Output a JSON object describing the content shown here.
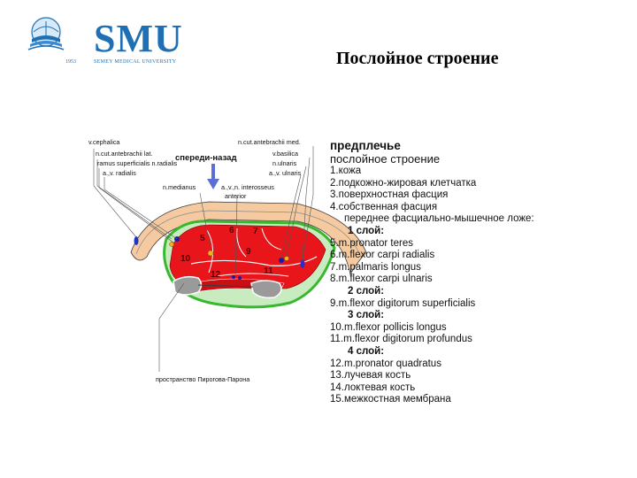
{
  "logo": {
    "text": "SMU",
    "subtitle": "SEMEY MEDICAL UNIVERSITY",
    "year": "1953"
  },
  "title": "Послойное строение",
  "diagram": {
    "top_labels": {
      "v_cephalica": "v.cephalica",
      "n_cut_antebrachii_lat": "n.cut.antebrachii lat.",
      "ramus_superficialis": "ramus superficialis n.radialis",
      "a_v_radialis": "a.,v. radialis",
      "direction": "спереди-назад",
      "n_medianus": "n.medianus",
      "interosseus": "a.,v.,n. interosseus",
      "interosseus_anterior": "anterior",
      "n_cut_antebrachii_med": "n.cut.antebrachii med.",
      "v_basilica": "v.basilica",
      "n_ulnaris": "n.ulnaris",
      "a_v_ulnaris": "a.,v. ulnaris",
      "pirogov": "пространство Пирогова-Парона"
    },
    "numbers": [
      "5",
      "6",
      "7",
      "9",
      "10",
      "11",
      "12"
    ]
  },
  "legend": {
    "heading": "предплечье",
    "subheading": "послойное строение",
    "items": {
      "i1": "1.кожа",
      "i2": "2.подкожно-жировая клетчатка",
      "i3": "3.поверхностная фасция",
      "i4": "4.собственная фасция",
      "bed": "переднее фасциально-мышечное ложе:",
      "layer1": "1 слой:",
      "i5": "5.m.pronator teres",
      "i6": "6.m.flexor carpi radialis",
      "i7": "7.m.palmaris longus",
      "i8": "8.m.flexor carpi ulnaris",
      "layer2": "2 слой:",
      "i9": "9.m.flexor digitorum superficialis",
      "layer3": "3 слой:",
      "i10": "10.m.flexor pollicis longus",
      "i11": "11.m.flexor digitorum profundus",
      "layer4": "4 слой:",
      "i12": "12.m.pronator quadratus",
      "i13": "13.лучевая кость",
      "i14": "14.локтевая кость",
      "i15": "15.межкостная мембрана"
    }
  },
  "colors": {
    "brand": "#1f6fb5",
    "muscle": "#e8161b",
    "fascia": "#55c84a",
    "fat": "#f6caa0",
    "bone": "#9a9a9a",
    "arrow": "#5b6fd6"
  }
}
